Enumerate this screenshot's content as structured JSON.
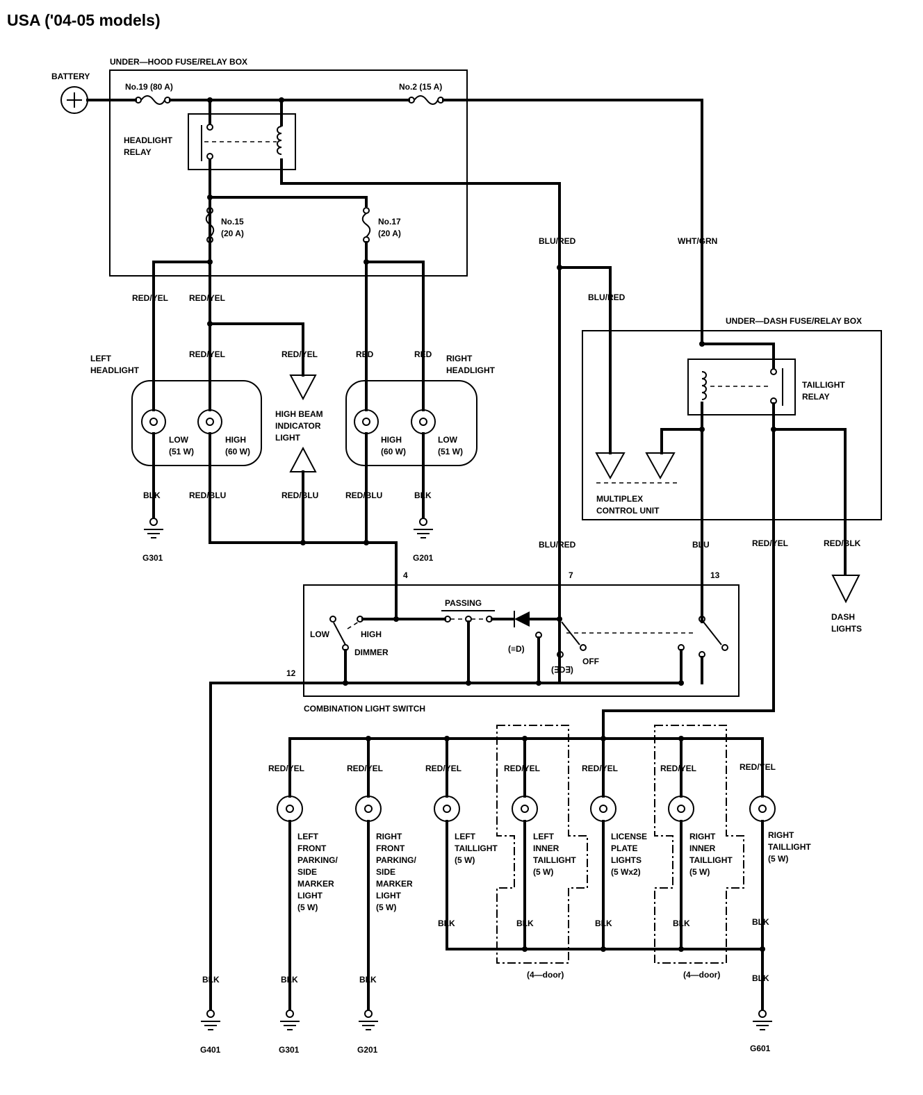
{
  "title": "USA ('04-05 models)",
  "boxes": {
    "under_hood": "UNDER—HOOD FUSE/RELAY BOX",
    "under_dash": "UNDER—DASH FUSE/RELAY BOX",
    "combination_switch": "COMBINATION LIGHT SWITCH"
  },
  "components": {
    "battery": "BATTERY",
    "fuse_19": "No.19 (80 A)",
    "fuse_2": "No.2 (15 A)",
    "headlight_relay": [
      "HEADLIGHT",
      "RELAY"
    ],
    "fuse_15": [
      "No.15",
      "(20 A)"
    ],
    "fuse_17": [
      "No.17",
      "(20 A)"
    ],
    "left_headlight": [
      "LEFT",
      "HEADLIGHT"
    ],
    "right_headlight": [
      "RIGHT",
      "HEADLIGHT"
    ],
    "low_51": [
      "LOW",
      "(51 W)"
    ],
    "high_60": [
      "HIGH",
      "(60 W)"
    ],
    "high_beam_indicator": [
      "HIGH BEAM",
      "INDICATOR",
      "LIGHT"
    ],
    "taillight_relay": [
      "TAILLIGHT",
      "RELAY"
    ],
    "multiplex": [
      "MULTIPLEX",
      "CONTROL UNIT"
    ],
    "dash_lights": [
      "DASH",
      "LIGHTS"
    ],
    "switch": {
      "low": "LOW",
      "high": "HIGH",
      "dimmer": "DIMMER",
      "passing": "PASSING",
      "off": "OFF",
      "head_sym": "(≡D)",
      "park_sym": "(∃D∃)"
    }
  },
  "pins": {
    "p4": "4",
    "p7": "7",
    "p12": "12",
    "p13": "13"
  },
  "wires": {
    "red_yel": "RED/YEL",
    "red": "RED",
    "blk": "BLK",
    "red_blu": "RED/BLU",
    "blu_red": "BLU/RED",
    "wht_grn": "WHT/GRN",
    "blu": "BLU",
    "red_blk": "RED/BLK"
  },
  "lamps": [
    [
      "LEFT",
      "FRONT",
      "PARKING/",
      "SIDE",
      "MARKER",
      "LIGHT",
      "(5 W)"
    ],
    [
      "RIGHT",
      "FRONT",
      "PARKING/",
      "SIDE",
      "MARKER",
      "LIGHT",
      "(5 W)"
    ],
    [
      "LEFT",
      "TAILLIGHT",
      "(5 W)"
    ],
    [
      "LEFT",
      "INNER",
      "TAILLIGHT",
      "(5 W)"
    ],
    [
      "LICENSE",
      "PLATE",
      "LIGHTS",
      "(5 Wx2)"
    ],
    [
      "RIGHT",
      "INNER",
      "TAILLIGHT",
      "(5 W)"
    ],
    [
      "RIGHT",
      "TAILLIGHT",
      "(5 W)"
    ]
  ],
  "four_door": "(4—door)",
  "grounds": {
    "g301": "G301",
    "g201": "G201",
    "g401": "G401",
    "g601": "G601"
  }
}
